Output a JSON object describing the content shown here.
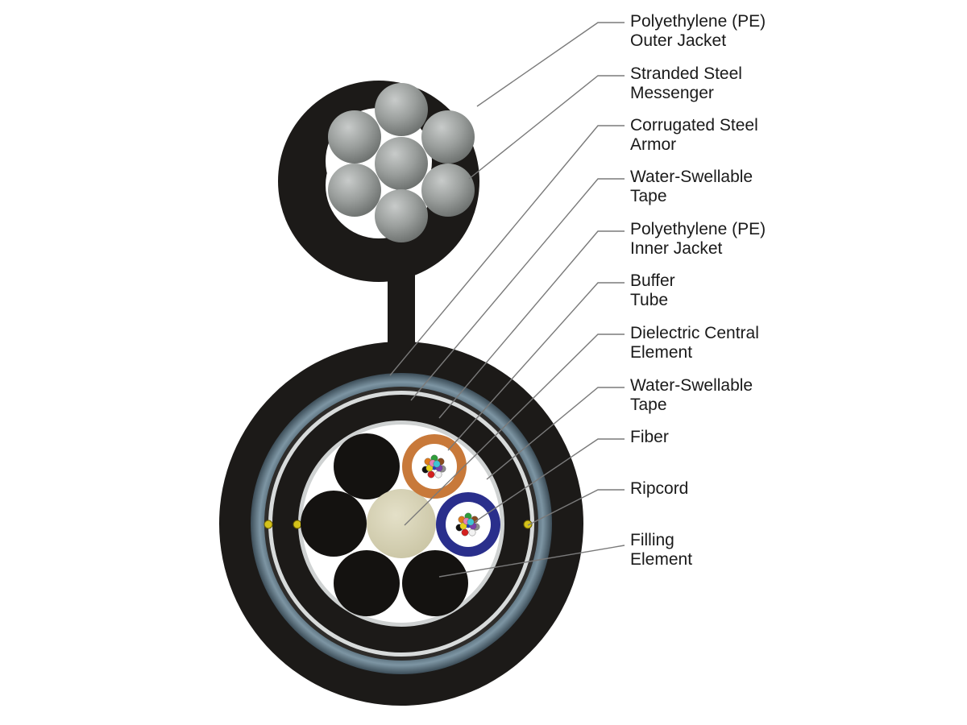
{
  "callouts": [
    {
      "id": "pe-outer-jacket",
      "lines": [
        "Polyethylene (PE)",
        "Outer Jacket"
      ]
    },
    {
      "id": "stranded-steel-messenger",
      "lines": [
        "Stranded Steel",
        "Messenger"
      ]
    },
    {
      "id": "corrugated-steel-armor",
      "lines": [
        "Corrugated Steel",
        "Armor"
      ]
    },
    {
      "id": "water-swellable-tape-outer",
      "lines": [
        "Water-Swellable",
        "Tape"
      ]
    },
    {
      "id": "pe-inner-jacket",
      "lines": [
        "Polyethylene (PE)",
        "Inner Jacket"
      ]
    },
    {
      "id": "buffer-tube",
      "lines": [
        "Buffer",
        "Tube"
      ]
    },
    {
      "id": "dielectric-central-element",
      "lines": [
        "Dielectric Central",
        "Element"
      ]
    },
    {
      "id": "water-swellable-tape-inner",
      "lines": [
        "Water-Swellable",
        "Tape"
      ]
    },
    {
      "id": "fiber",
      "lines": [
        "Fiber"
      ]
    },
    {
      "id": "ripcord",
      "lines": [
        "Ripcord"
      ]
    },
    {
      "id": "filling-element",
      "lines": [
        "Filling",
        "Element"
      ]
    }
  ],
  "colors": {
    "jacket": "#1c1a18",
    "messenger_wire": "#9a9e9c",
    "armor": "#5d7482",
    "inner_tape": "#d9dcdc",
    "central_element": "#d8d4b6",
    "buffer_tube_orange": "#c8793a",
    "buffer_tube_blue": "#2a2f8c",
    "ripcord": "#d4c21a",
    "leader_line": "#7a7a7a"
  }
}
